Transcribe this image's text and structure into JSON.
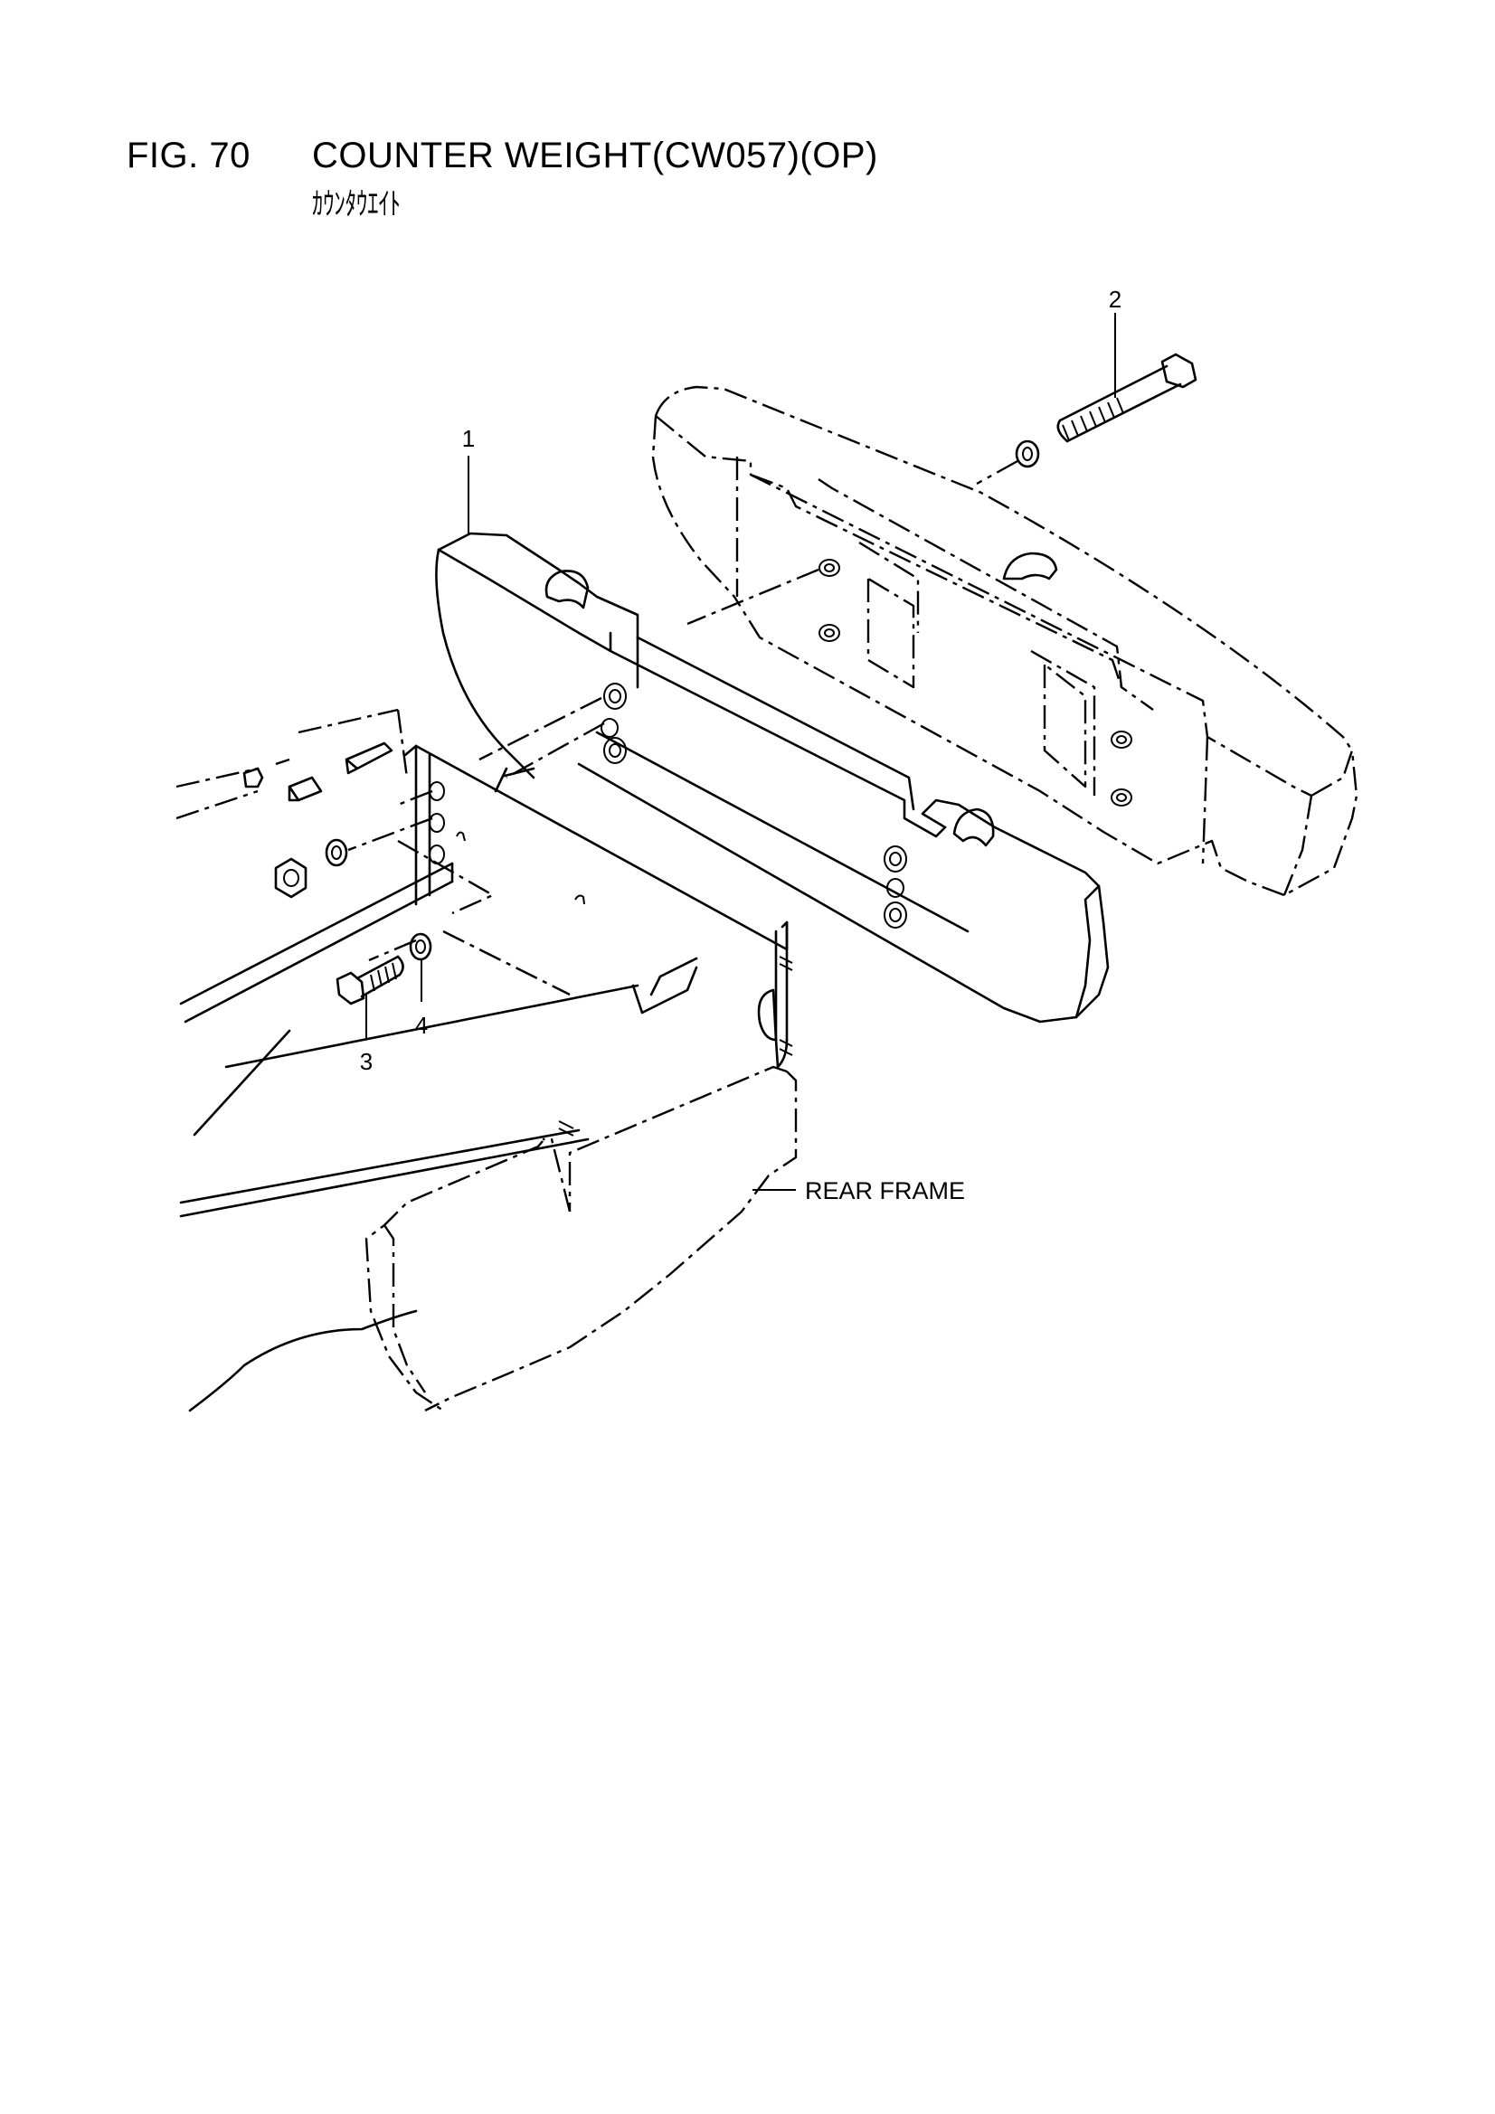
{
  "figure": {
    "number": "FIG. 70",
    "title": "COUNTER WEIGHT(CW057)(OP)",
    "subtitle": "ｶｳﾝﾀｳｴｲﾄ"
  },
  "callouts": [
    {
      "label": "1"
    },
    {
      "label": "2"
    },
    {
      "label": "3"
    },
    {
      "label": "4"
    }
  ],
  "annotations": {
    "rear_frame": "REAR FRAME"
  }
}
